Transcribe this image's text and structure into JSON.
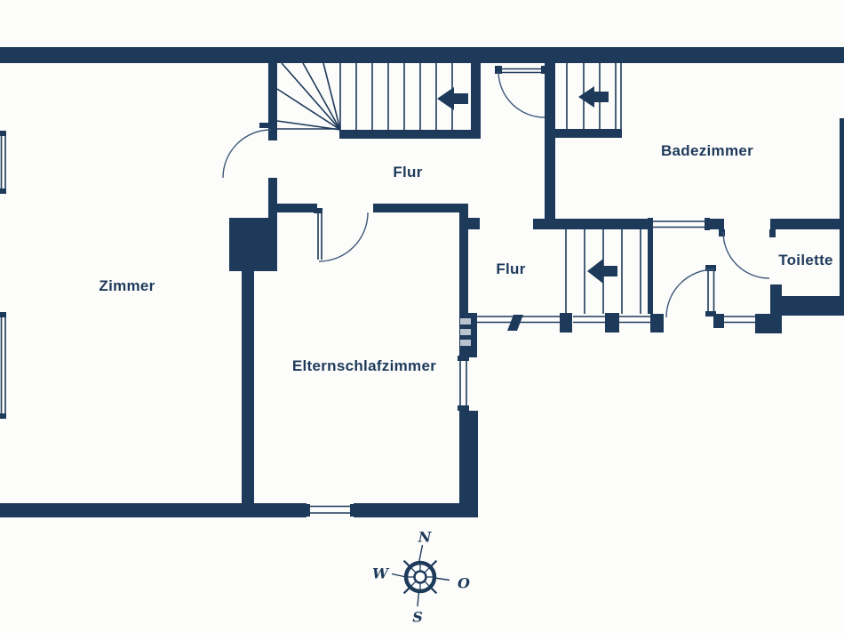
{
  "rooms": {
    "zimmer": {
      "label": "Zimmer"
    },
    "flur_top": {
      "label": "Flur"
    },
    "badezimmer": {
      "label": "Badezimmer"
    },
    "flur_lower": {
      "label": "Flur"
    },
    "toilette": {
      "label": "Toilette"
    },
    "elternschlafzimmer": {
      "label": "Elternschlafzimmer"
    }
  },
  "compass": {
    "north": "N",
    "west": "W",
    "east": "O",
    "south": "S"
  },
  "colors": {
    "wall": "#1e3a5a",
    "background": "#fcfcfb",
    "stripe": "#b9c3ce"
  }
}
